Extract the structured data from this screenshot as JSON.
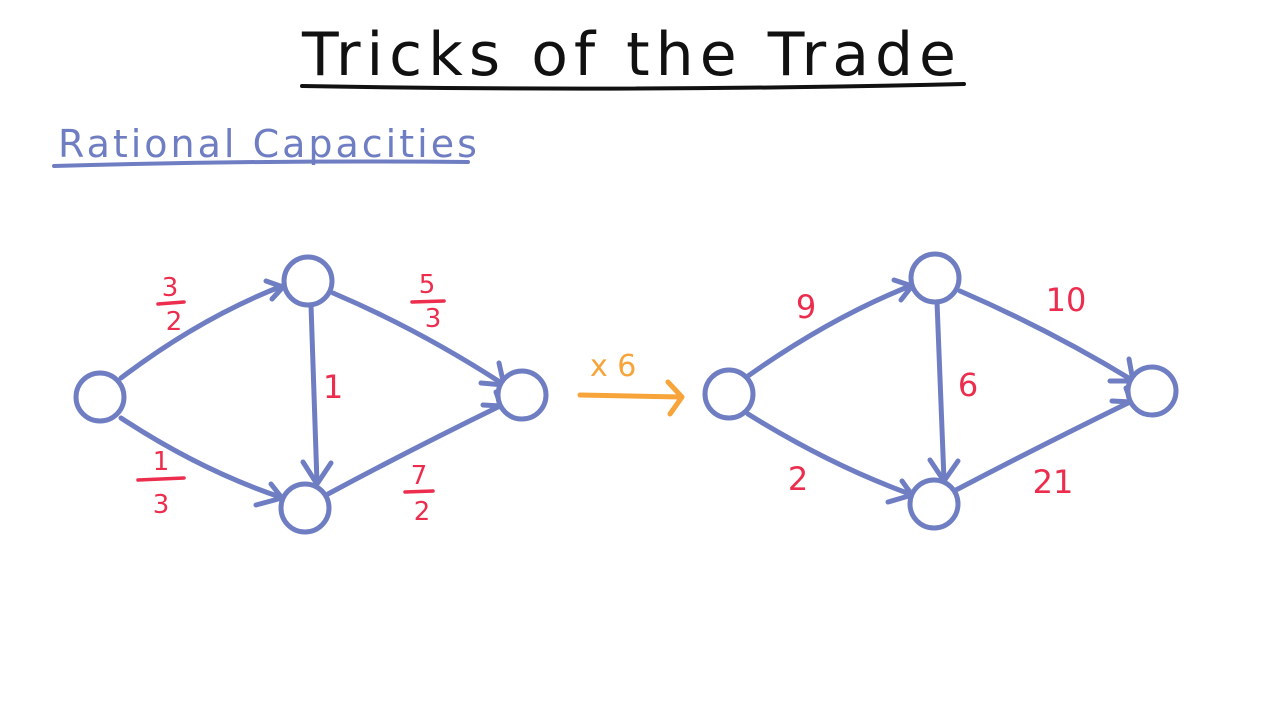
{
  "title": "Tricks of the Trade",
  "subtitle": "Rational Capacities",
  "colors": {
    "title": "#111111",
    "subtitle": "#6f7ec2",
    "edge": "#6f7ec2",
    "label": "#ec2d4d",
    "transform": "#f7a43a"
  },
  "transform": {
    "label": "x 6",
    "icon": "right-arrow-icon"
  },
  "left_graph": {
    "capacities": [
      {
        "edge": "source-to-top",
        "num": "3",
        "den": "2"
      },
      {
        "edge": "source-to-bottom",
        "num": "1",
        "den": "3"
      },
      {
        "edge": "top-to-bottom",
        "value": "1"
      },
      {
        "edge": "top-to-sink",
        "num": "5",
        "den": "3"
      },
      {
        "edge": "bottom-to-sink",
        "num": "7",
        "den": "2"
      }
    ]
  },
  "right_graph": {
    "capacities": [
      {
        "edge": "source-to-top",
        "value": "9"
      },
      {
        "edge": "source-to-bottom",
        "value": "2"
      },
      {
        "edge": "top-to-bottom",
        "value": "6"
      },
      {
        "edge": "top-to-sink",
        "value": "10"
      },
      {
        "edge": "bottom-to-sink",
        "value": "21"
      }
    ]
  }
}
